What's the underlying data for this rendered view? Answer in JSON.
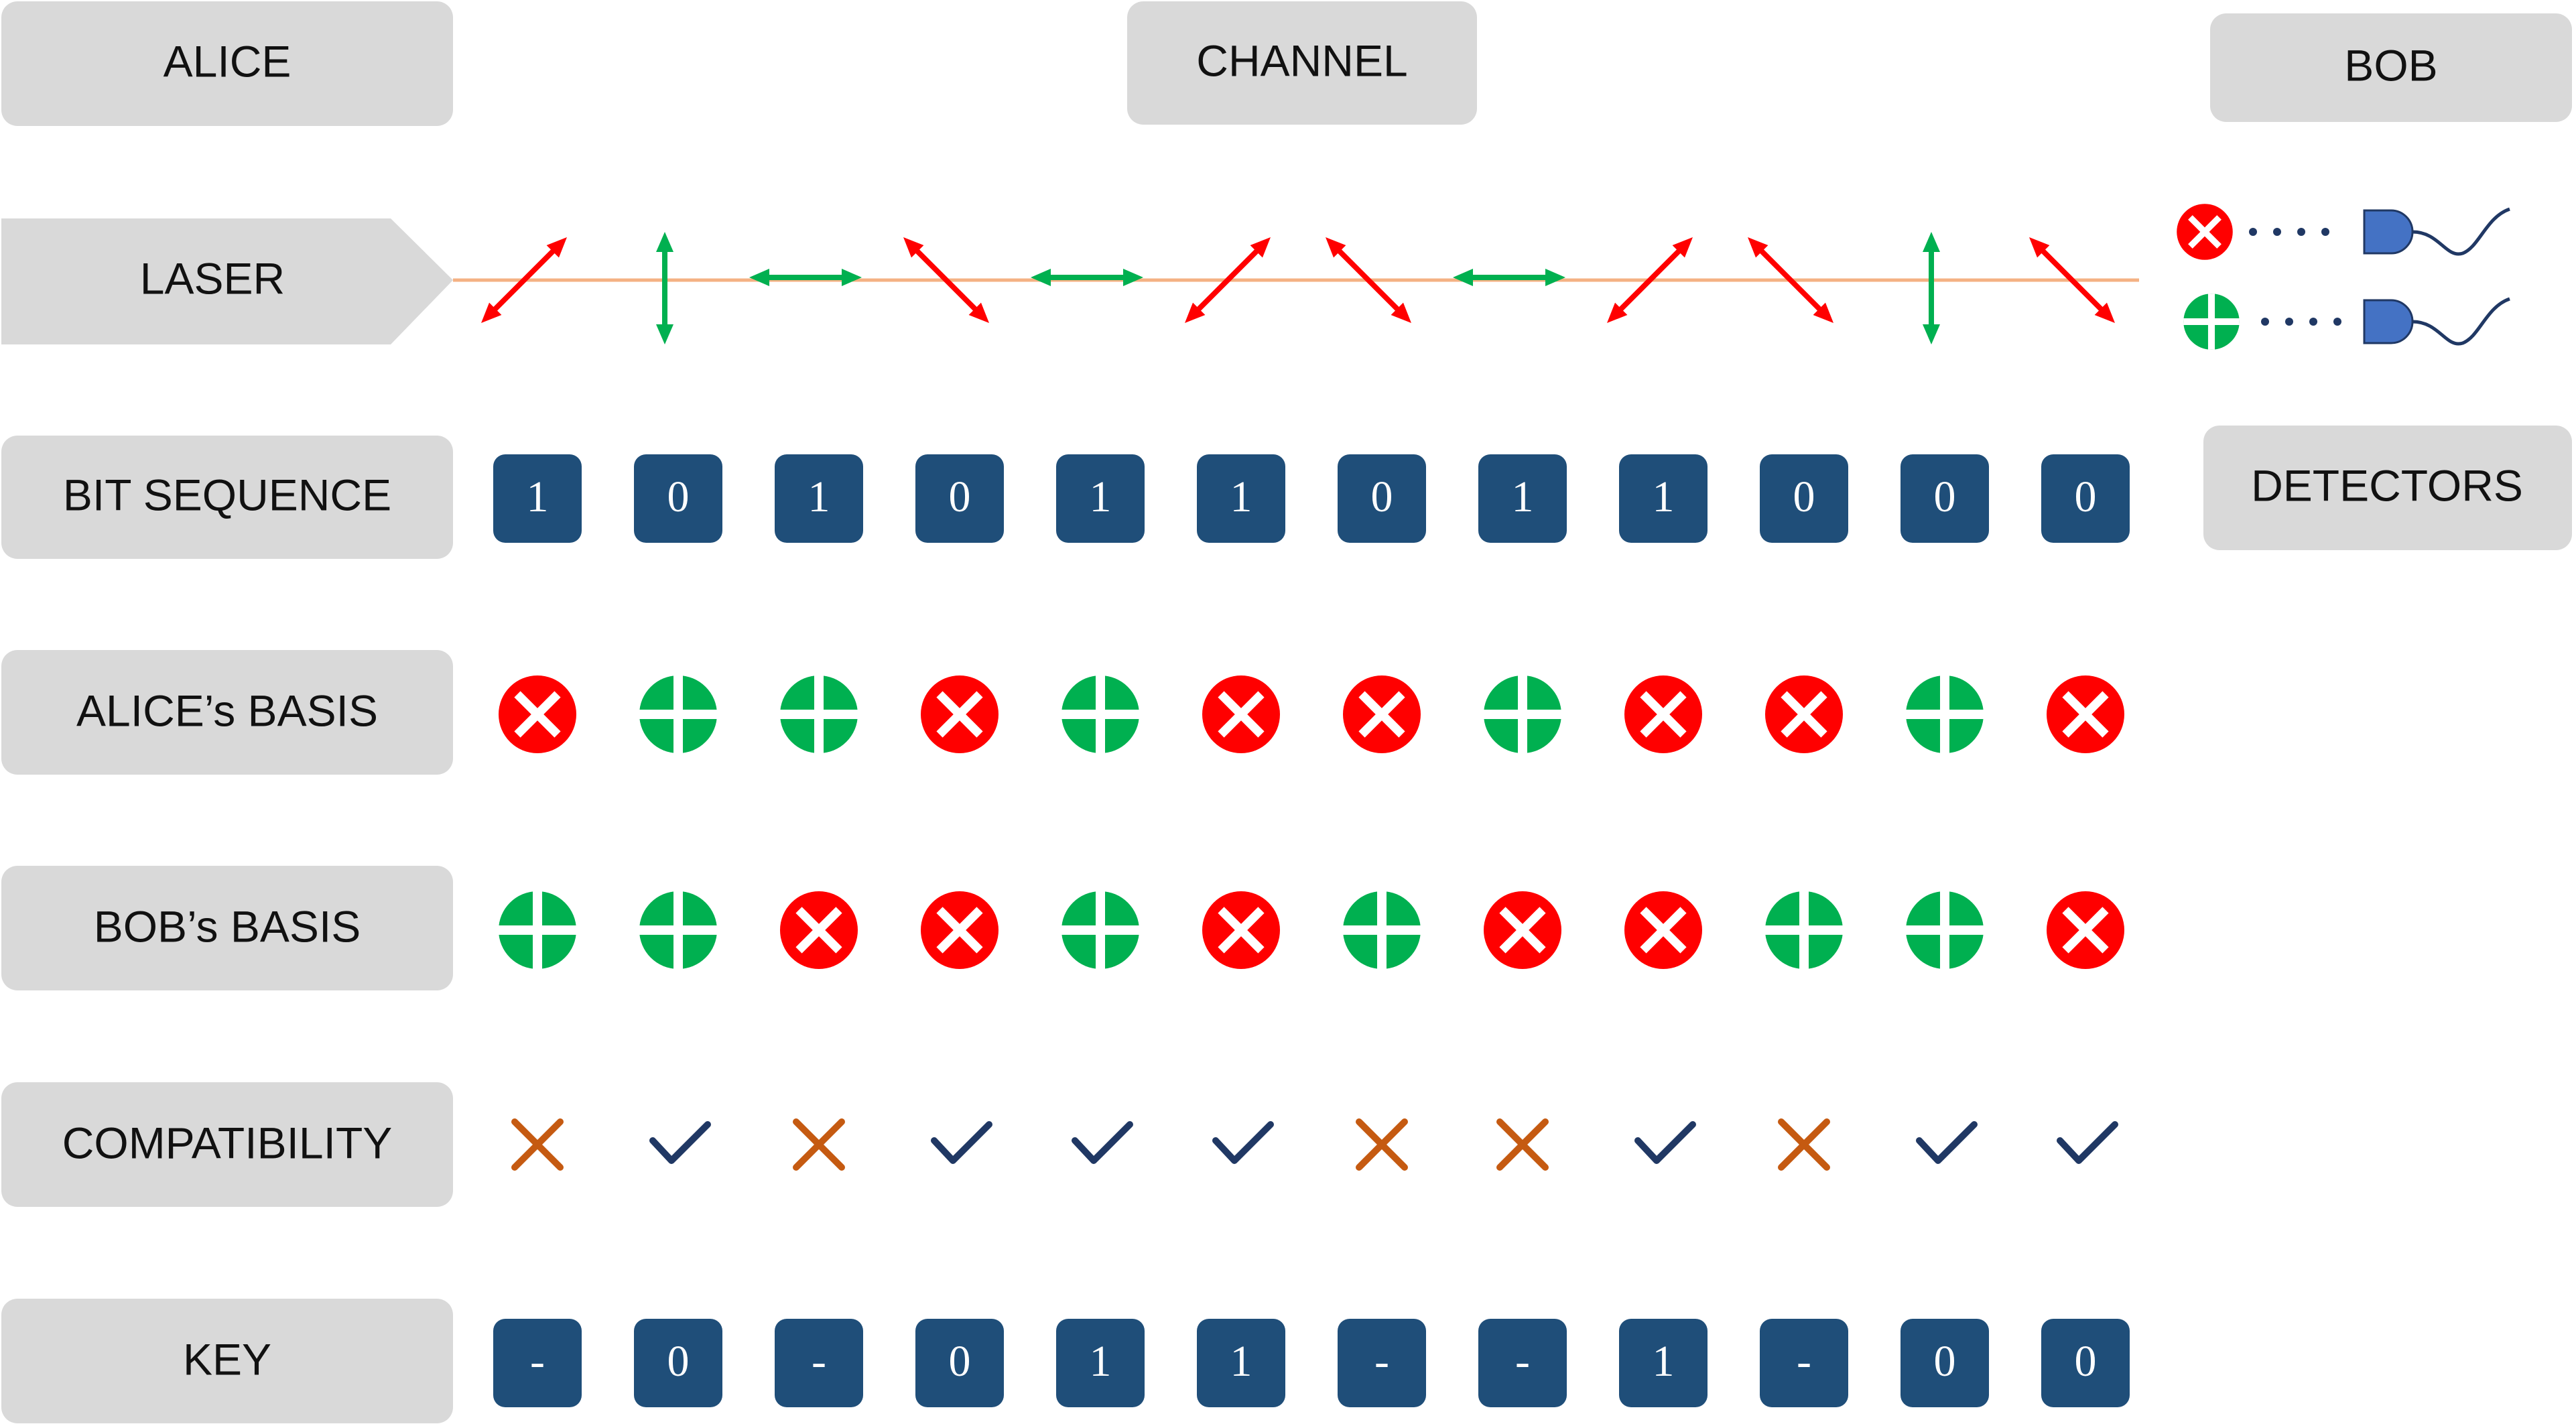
{
  "headers": {
    "alice": "ALICE",
    "channel": "CHANNEL",
    "bob": "BOB",
    "detectors": "DETECTORS"
  },
  "rows": {
    "laser": "LASER",
    "bits": "BIT SEQUENCE",
    "alice_basis": "ALICE’s BASIS",
    "bob_basis": "BOB’s BASIS",
    "compatibility": "COMPATIBILITY",
    "key": "KEY"
  },
  "photon_polarizations": [
    "diag-up",
    "vertical",
    "horizontal",
    "diag-down",
    "horizontal",
    "diag-up",
    "diag-down",
    "horizontal",
    "diag-up",
    "diag-down",
    "vertical",
    "diag-down"
  ],
  "bit_sequence": [
    "1",
    "0",
    "1",
    "0",
    "1",
    "1",
    "0",
    "1",
    "1",
    "0",
    "0",
    "0"
  ],
  "alice_basis": [
    "x",
    "+",
    "+",
    "x",
    "+",
    "x",
    "x",
    "+",
    "x",
    "x",
    "+",
    "x"
  ],
  "bob_basis": [
    "+",
    "+",
    "x",
    "x",
    "+",
    "x",
    "+",
    "x",
    "x",
    "+",
    "+",
    "x"
  ],
  "compatibility": [
    "cross",
    "check",
    "cross",
    "check",
    "check",
    "check",
    "cross",
    "cross",
    "check",
    "cross",
    "check",
    "check"
  ],
  "key": [
    "-",
    "0",
    "-",
    "0",
    "1",
    "1",
    "-",
    "-",
    "1",
    "-",
    "0",
    "0"
  ],
  "detectors": [
    "x",
    "+"
  ],
  "colors": {
    "label_bg": "#d9d9d9",
    "cell_bg": "#1f4e79",
    "diag_basis": "#ff0000",
    "rect_basis": "#00b050",
    "beam": "#f4b183",
    "check": "#203864",
    "cross": "#c55a11",
    "detector": "#4472c4",
    "dots": "#203864"
  }
}
